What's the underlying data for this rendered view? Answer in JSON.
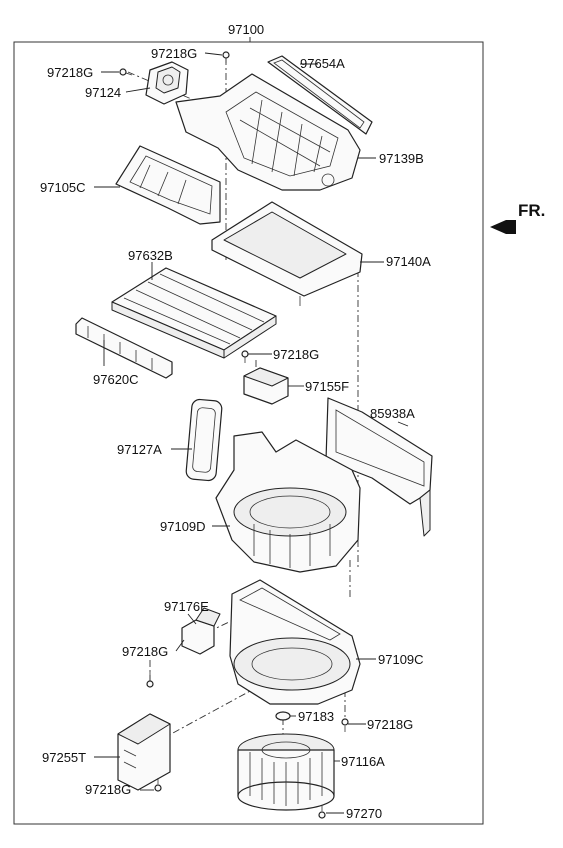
{
  "assembly_number": "97100",
  "direction_label": "FR.",
  "parts": {
    "screw_top": "97218G",
    "screw_left": "97218G",
    "actuator": "97124",
    "seal_top": "97654A",
    "upper_case": "97139B",
    "intake_door": "97105C",
    "filter_cover": "97140A",
    "cabin_filter": "97632B",
    "filter_frame": "97620C",
    "screw_mid": "97218G",
    "module": "97155F",
    "gasket": "97127A",
    "duct": "85938A",
    "blower_upper": "97109D",
    "resistor": "97176E",
    "screw_res": "97218G",
    "blower_lower": "97109C",
    "clip": "97183",
    "screw_lower_right": "97218G",
    "controller": "97255T",
    "blower_motor": "97116A",
    "screw_bottom_left": "97218G",
    "screw_bottom": "97270"
  }
}
